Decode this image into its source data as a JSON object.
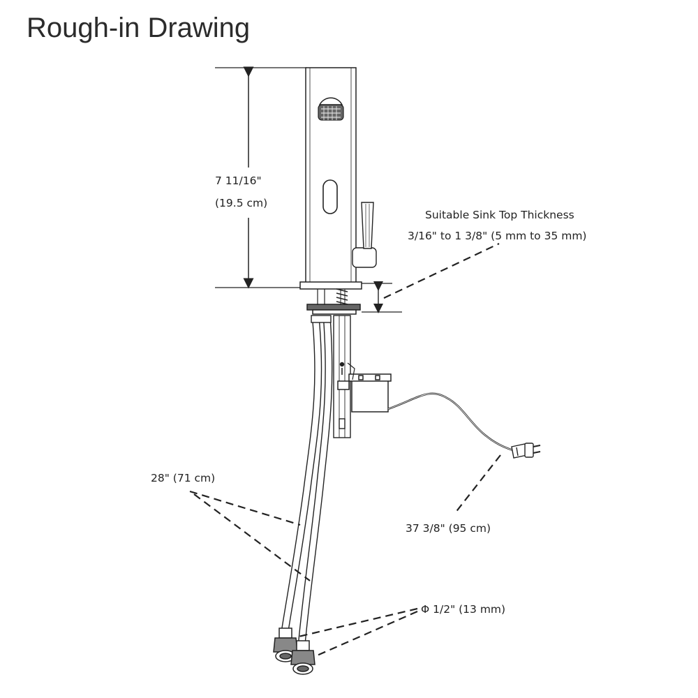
{
  "title": "Rough-in Drawing",
  "dimensions": {
    "height_in": "7 11/16\"",
    "height_cm": "(19.5 cm)",
    "sink_title": "Suitable Sink Top Thickness",
    "sink_range": "3/16\" to 1 3/8\" (5 mm to 35 mm)",
    "hose_length": "28\" (71 cm)",
    "cord_length": "37 3/8\" (95 cm)",
    "fitting": "Φ 1/2\" (13 mm)"
  }
}
